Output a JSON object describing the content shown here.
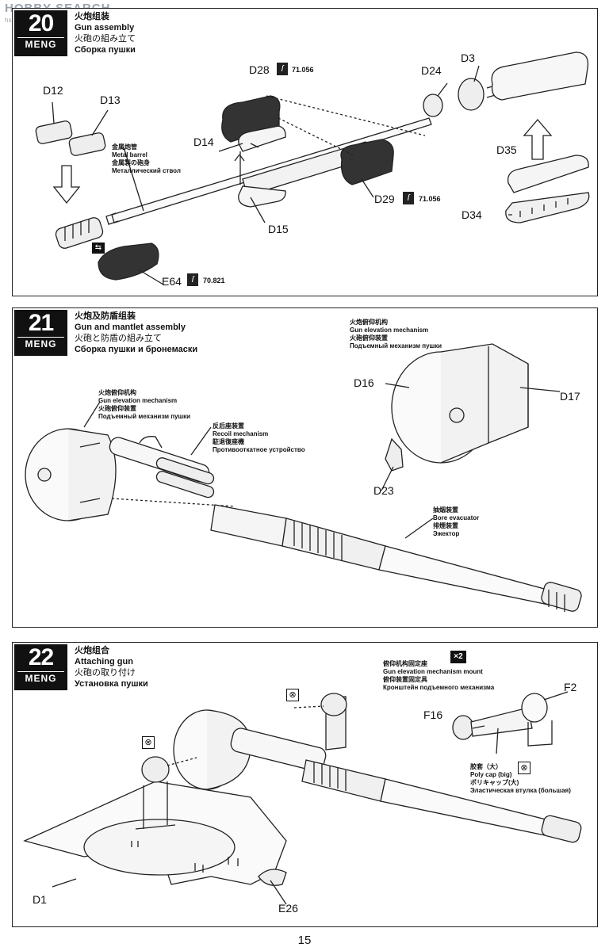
{
  "watermark": {
    "text": "HOBBY SEARCH",
    "sub": "hs-eshop.com"
  },
  "page_number": "15",
  "steps": [
    {
      "number": "20",
      "brand": "MENG",
      "titles": [
        "火炮组装",
        "Gun assembly",
        "火砲の組み立て",
        "Сборка пушки"
      ],
      "parts": [
        "D12",
        "D13",
        "D14",
        "D15",
        "D28",
        "D29",
        "D24",
        "D3",
        "D35",
        "D34",
        "E64"
      ],
      "paint_codes": {
        "d28": "71.056",
        "d29": "71.056",
        "e64": "70.821"
      },
      "note": [
        "金属炮管",
        "Metal barrel",
        "金属製の砲身",
        "Металлический ствол"
      ]
    },
    {
      "number": "21",
      "brand": "MENG",
      "titles": [
        "火炮及防盾组装",
        "Gun and mantlet assembly",
        "火砲と防盾の組み立て",
        "Сборка пушки и бронемаски"
      ],
      "parts": [
        "D16",
        "D17",
        "D23"
      ],
      "notes": {
        "elev_top": [
          "火炮俯仰机构",
          "Gun elevation mechanism",
          "火砲俯仰装置",
          "Подъемный механизм пушки"
        ],
        "elev_left": [
          "火炮俯仰机构",
          "Gun elevation mechanism",
          "火砲俯仰装置",
          "Подъемный механизм пушки"
        ],
        "recoil": [
          "反后座装置",
          "Recoil mechanism",
          "駐退復座機",
          "Противооткатное устройство"
        ],
        "bore": [
          "抽烟装置",
          "Bore evacuator",
          "排煙装置",
          "Эжектор"
        ]
      }
    },
    {
      "number": "22",
      "brand": "MENG",
      "titles": [
        "火炮组合",
        "Attaching gun",
        "火砲の取り付け",
        "Установка пушки"
      ],
      "parts": [
        "F2",
        "F16",
        "D1",
        "E26"
      ],
      "multiplier": "×2",
      "notes": {
        "mount": [
          "俯仰机构固定座",
          "Gun elevation mechanism mount",
          "俯仰装置固定具",
          "Кронштейн подъемного механизма"
        ],
        "polycap": [
          "胶套（大）",
          "Poly cap (big)",
          "ポリキャップ(大)",
          "Эластическая втулка (большая)"
        ]
      }
    }
  ]
}
